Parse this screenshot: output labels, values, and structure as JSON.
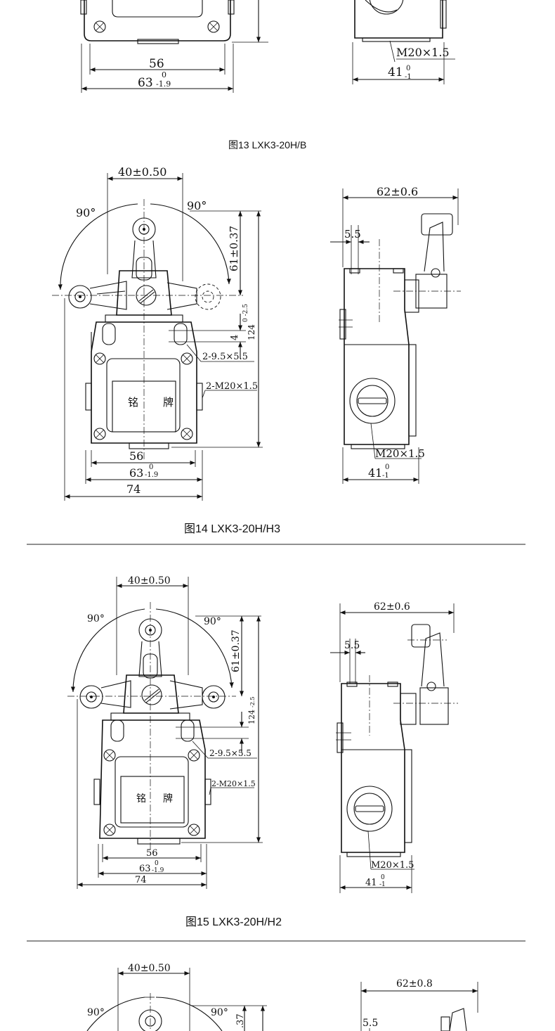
{
  "fig13": {
    "front": {
      "d56": "56",
      "d63": "63",
      "d63_tol_up": "0",
      "d63_tol_low": "-1.9"
    },
    "side": {
      "thread": "M20×1.5",
      "d41": "41",
      "d41_tol_up": "0",
      "d41_tol_low": "-1"
    },
    "caption": "图13  LXK3-20H/B"
  },
  "fig14": {
    "front": {
      "d40": "40±0.50",
      "angle_left": "90°",
      "angle_right": "90°",
      "d61": "61±0.37",
      "d4": "4",
      "d124": "124",
      "d124_tol": "0 -2.5",
      "holes": "2-9.5×5.5",
      "thread2": "2-M20×1.5",
      "plate_left": "铭",
      "plate_right": "牌",
      "d56": "56",
      "d63": "63",
      "d63_tol_up": "0",
      "d63_tol_low": "-1.9",
      "d74": "74"
    },
    "side": {
      "d62": "62±0.6",
      "d55": "5.5",
      "thread": "M20×1.5",
      "d41": "41",
      "d41_tol_up": "0",
      "d41_tol_low": "-1"
    },
    "caption": "图14   LXK3-20H/H3"
  },
  "fig15": {
    "front": {
      "d40": "40±0.50",
      "angle_left": "90°",
      "angle_right": "90°",
      "d61": "61±0.37",
      "d124": "124",
      "d124_tol": "-2.5",
      "holes": "2-9.5×5.5",
      "thread2": "2-M20×1.5",
      "plate_left": "铭",
      "plate_right": "牌",
      "d56": "56",
      "d63": "63",
      "d63_tol_up": "0",
      "d63_tol_low": "-1.9",
      "d74": "74"
    },
    "side": {
      "d62": "62±0.6",
      "d55": "5.5",
      "thread": "M20×1.5",
      "d41": "41",
      "d41_tol_up": "0",
      "d41_tol_low": "-1"
    },
    "caption": "图15  LXK3-20H/H2"
  },
  "fig16": {
    "front": {
      "d40": "40±0.50",
      "angle_left": "90°",
      "angle_right": "90°",
      "d37": ".37"
    },
    "side": {
      "d62": "62±0.8",
      "d55": "5.5"
    }
  }
}
